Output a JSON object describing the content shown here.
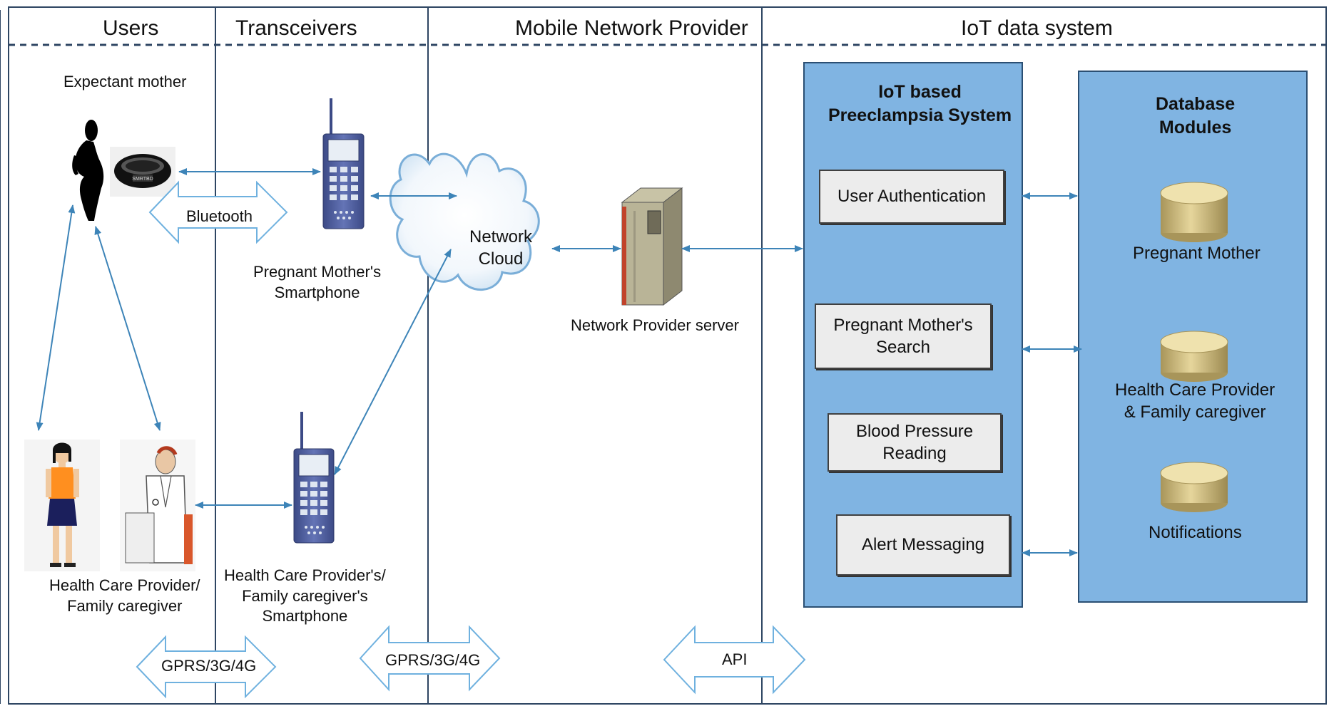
{
  "lanes": [
    "Users",
    "Transceivers",
    "Mobile Network Provider",
    "IoT data system"
  ],
  "nodes": {
    "expectant_mother": "Expectant mother",
    "bracelet_text": "SMRTBD",
    "bluetooth": "Bluetooth",
    "mother_phone": "Pregnant Mother's\nSmartphone",
    "caregiver_people": "Health Care Provider/\nFamily caregiver",
    "caregiver_phone": "Health Care Provider's/\nFamily caregiver's\nSmartphone",
    "network_cloud": "Network\nCloud",
    "server": "Network Provider server",
    "gprs_1": "GPRS/3G/4G",
    "gprs_2": "GPRS/3G/4G",
    "api": "API"
  },
  "iot_system": {
    "title": "IoT based\nPreeclampsia System",
    "modules": [
      "User Authentication",
      "Pregnant Mother's\nSearch",
      "Blood Pressure\nReading",
      "Alert Messaging"
    ]
  },
  "database": {
    "title": "Database\nModules",
    "items": [
      "Pregnant Mother",
      "Health Care Provider\n& Family caregiver",
      "Notifications"
    ]
  },
  "colors": {
    "panel": "#80b4e2",
    "panel_border": "#2b4f73",
    "lane_line": "#2d4562",
    "arrow": "#3d84b8",
    "cylinder": "#c9b574",
    "module_box": "#ececec",
    "phone": "#4d5d9c"
  }
}
